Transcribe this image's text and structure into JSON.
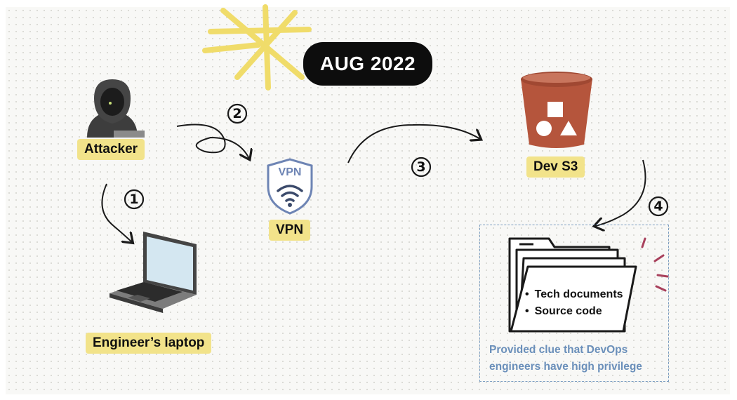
{
  "date_label": "AUG 2022",
  "nodes": {
    "attacker": "Attacker",
    "laptop": "Engineer’s laptop",
    "vpn": "VPN",
    "vpn_logo": "VPN",
    "s3": "Dev S3"
  },
  "steps": [
    "1",
    "2",
    "3",
    "4"
  ],
  "findings": {
    "items": [
      "Tech documents",
      "Source code"
    ],
    "clue": "Provided clue that DevOps engineers have high privilege"
  },
  "colors": {
    "label_bg": "#f2e38a",
    "pill_bg": "#0d0d0d",
    "clue_text": "#6a8fba",
    "bucket": "#b5553c",
    "burst": "#f0dc6a"
  }
}
